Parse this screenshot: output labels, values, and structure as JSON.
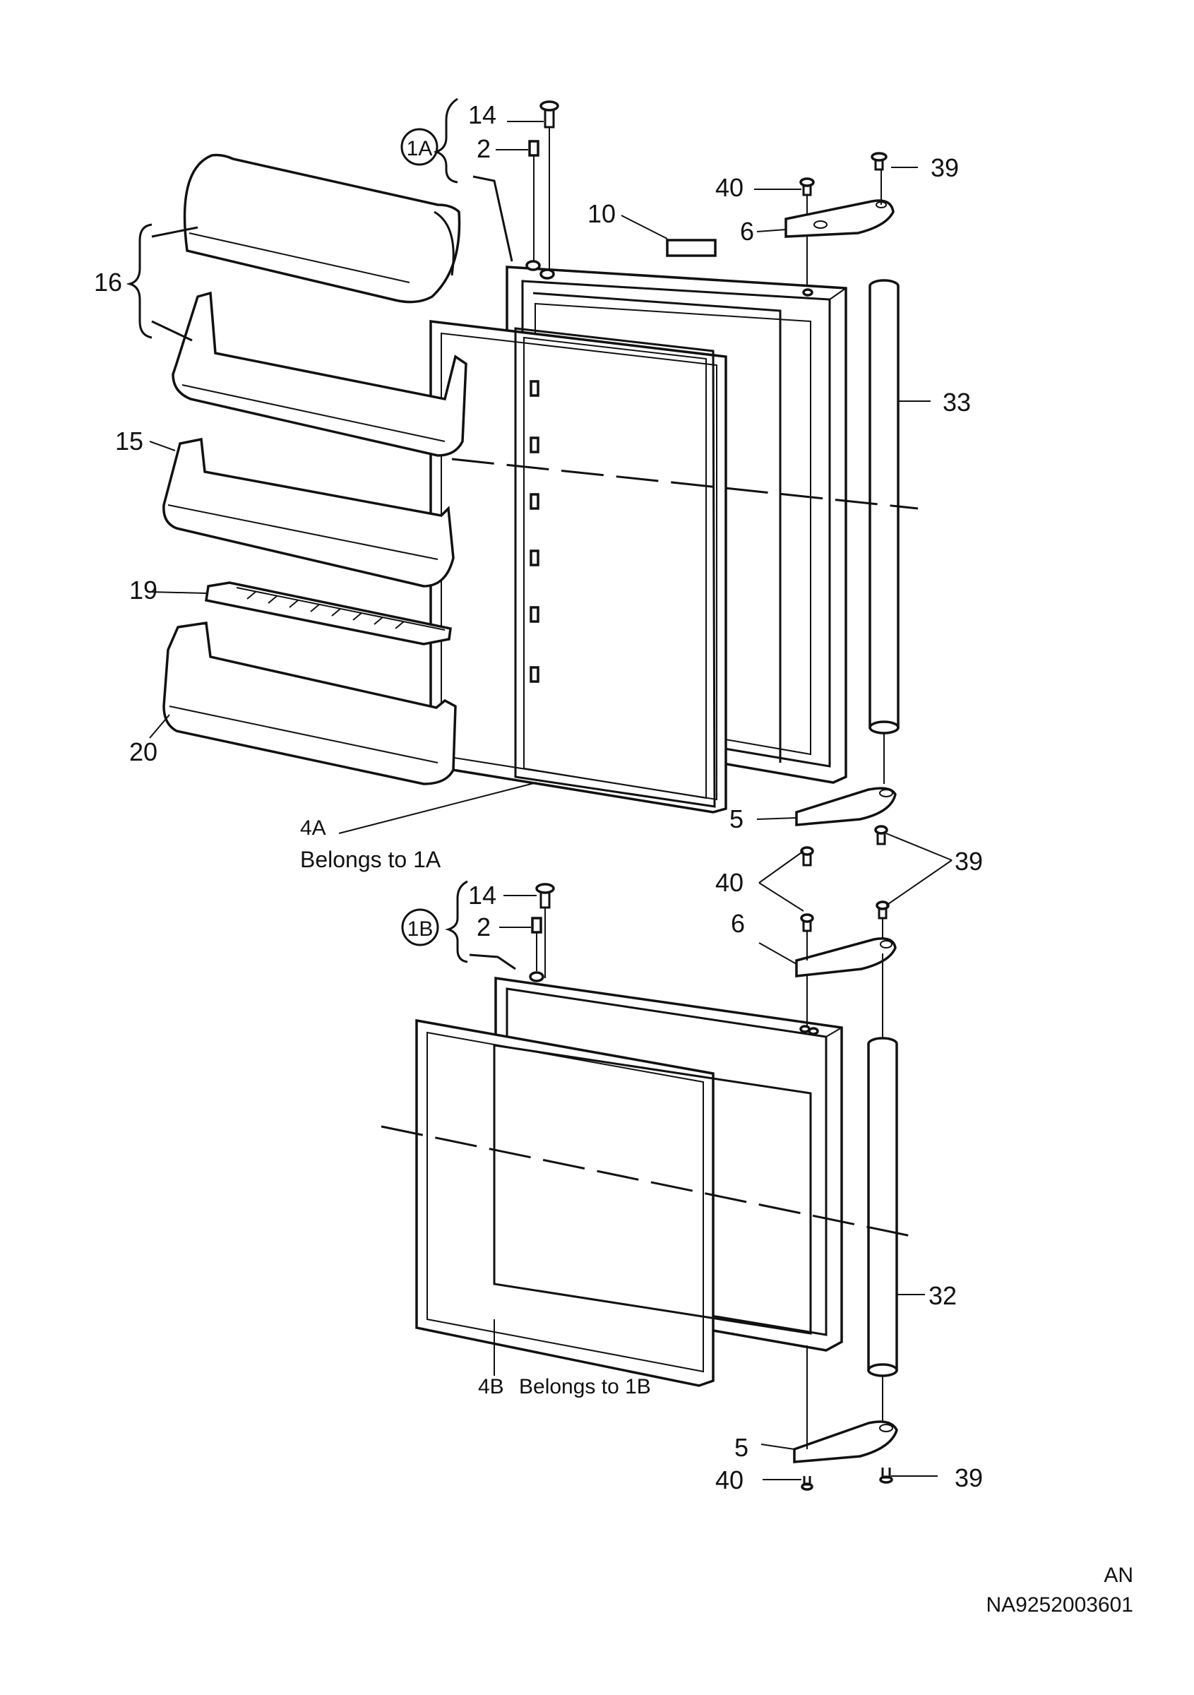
{
  "callouts": {
    "c14a": "14",
    "c2a": "2",
    "c1a": "1A",
    "c39a": "39",
    "c40a": "40",
    "c10": "10",
    "c6a": "6",
    "c16": "16",
    "c33": "33",
    "c15": "15",
    "c19": "19",
    "c20": "20",
    "c5a": "5",
    "c4a": "4A",
    "belongs1a": "Belongs to 1A",
    "c40b": "40",
    "c39b": "39",
    "c14b": "14",
    "c2b": "2",
    "c1b": "1B",
    "c6b": "6",
    "c32": "32",
    "c4b": "4B",
    "belongs1b": "Belongs to 1B",
    "c5b": "5",
    "c40c": "40",
    "c39c": "39"
  },
  "footer": {
    "lang": "AN",
    "code": "NA9252003601"
  }
}
